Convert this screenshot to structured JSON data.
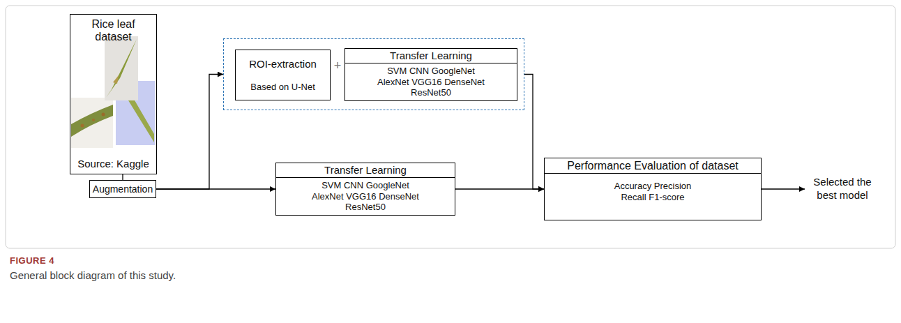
{
  "diagram": {
    "caption": "General block diagram of this study.",
    "nodes": [
      {
        "text": [
          "Rice leaf dataset",
          "Source: Kaggle"
        ]
      },
      {
        "text": [
          "Augmentation"
        ]
      },
      {
        "text": [
          "+"
        ]
      },
      {
        "text": [
          "ROI-extraction",
          "Based on U-Net"
        ],
        "in": 2
      },
      {
        "text": [
          "Transfer Learning",
          "SVM CNN GoogleNet AlexNet VGG16 DenseNet ResNet50"
        ],
        "in": 2
      },
      {
        "text": [
          "Transfer Learning",
          "SVM CNN GoogleNet AlexNet VGG16 DenseNet ResNet50"
        ]
      },
      {
        "text": [
          "Performance Evaluation of dataset",
          "Accuracy Precision Recall F1-score"
        ]
      }
    ],
    "edges": [
      {
        "from": 0,
        "to": 1,
        "arrow": "none"
      },
      {
        "from": 1,
        "to": 2,
        "arrow": "to"
      },
      {
        "from": 1,
        "to": 5,
        "arrow": "to"
      },
      {
        "from": 2,
        "to": 6,
        "arrow": "to"
      },
      {
        "from": 5,
        "to": 6,
        "arrow": "to"
      }
    ],
    "labels": [
      "Selected the best model",
      "FIGURE 4"
    ]
  }
}
